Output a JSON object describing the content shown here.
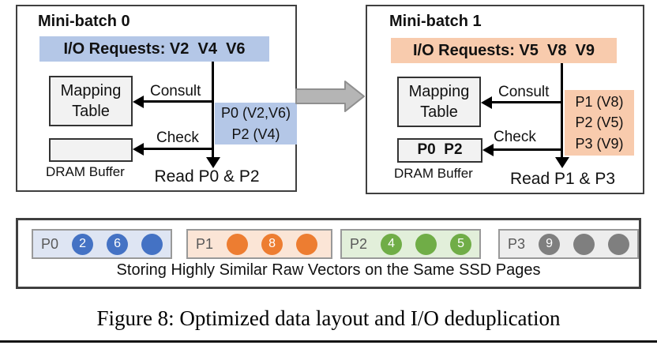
{
  "figure": {
    "caption": "Figure 8: Optimized data layout and I/O deduplication"
  },
  "panels": [
    {
      "title": "Mini-batch 0",
      "io_requests": "I/O Requests: V2  V4  V6",
      "mapping_table_lines": [
        "Mapping",
        "Table"
      ],
      "consult_label": "Consult",
      "check_label": "Check",
      "page_mapping": [
        "P0 (V2,V6)",
        "P2 (V4)"
      ],
      "dram_contents": "",
      "dram_label": "DRAM Buffer",
      "read_label": "Read P0 & P2",
      "accent_color": "#B4C7E7"
    },
    {
      "title": "Mini-batch 1",
      "io_requests": "I/O Requests: V5  V8  V9",
      "mapping_table_lines": [
        "Mapping",
        "Table"
      ],
      "consult_label": "Consult",
      "check_label": "Check",
      "page_mapping": [
        "P1 (V8)",
        "P2 (V5)",
        "P3 (V9)"
      ],
      "dram_contents": "P0  P2",
      "dram_label": "DRAM Buffer",
      "read_label": "Read P1 & P3",
      "accent_color": "#F8CBAD"
    }
  ],
  "legend": {
    "caption": "Storing Highly Similar Raw Vectors on the Same SSD Pages",
    "pages": [
      {
        "label": "P0",
        "fill_color": "#DEE5F3",
        "circle_color": "#4472C4",
        "slots": [
          "2",
          "6",
          ""
        ]
      },
      {
        "label": "P1",
        "fill_color": "#FBE5D6",
        "circle_color": "#ED7D31",
        "slots": [
          "",
          "8",
          ""
        ]
      },
      {
        "label": "P2",
        "fill_color": "#E2EFDA",
        "circle_color": "#70AD47",
        "slots": [
          "4",
          "",
          "5"
        ]
      },
      {
        "label": "P3",
        "fill_color": "#EDEDED",
        "circle_color": "#7F7F7F",
        "slots": [
          "9",
          "",
          ""
        ]
      }
    ]
  }
}
